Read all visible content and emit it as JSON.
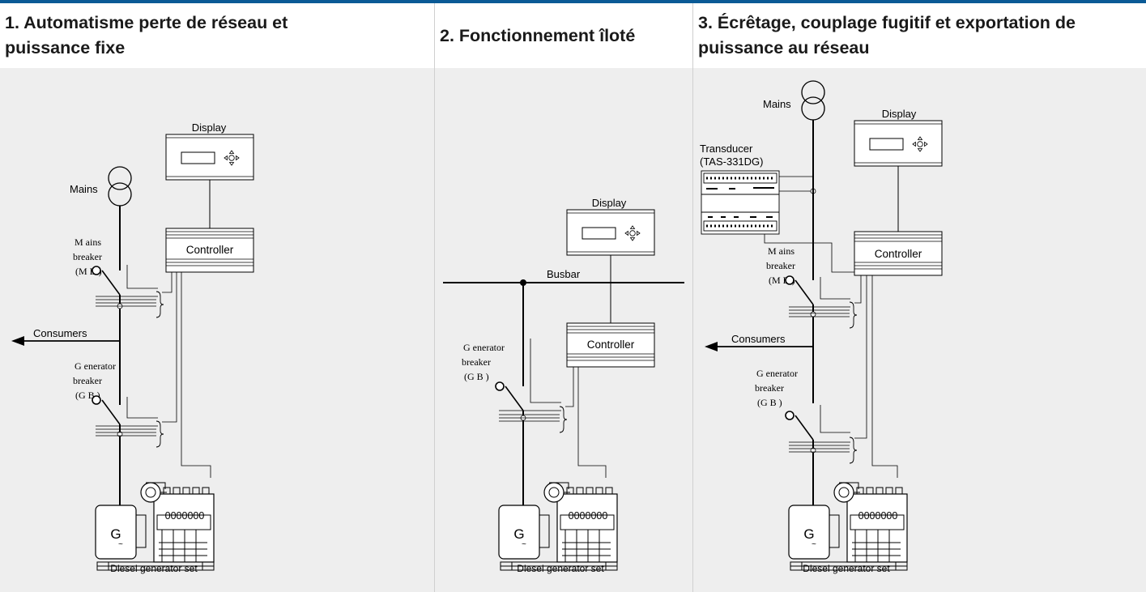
{
  "panels": [
    {
      "title_line1": "1. Automatisme perte de réseau et",
      "title_line2": "puissance fixe",
      "labels": {
        "display": "Display",
        "mains": "Mains",
        "mains_breaker_1": "M ains",
        "mains_breaker_2": "breaker",
        "mains_breaker_3": "(M B )",
        "controller": "Controller",
        "consumers": "Consumers",
        "gen_breaker_1": "G enerator",
        "gen_breaker_2": "breaker",
        "gen_breaker_3": "(G B )",
        "generator": "G",
        "engine_display": "0000000",
        "caption": "Diesel generator set"
      }
    },
    {
      "title_line1": "2. Fonctionnement îloté",
      "labels": {
        "display": "Display",
        "busbar": "Busbar",
        "controller": "Controller",
        "gen_breaker_1": "G enerator",
        "gen_breaker_2": "breaker",
        "gen_breaker_3": "(G B )",
        "generator": "G",
        "engine_display": "0000000",
        "caption": "Diesel generator set"
      }
    },
    {
      "title_line1": "3. Écrêtage, couplage fugitif et exportation de",
      "title_line2": "puissance au réseau",
      "labels": {
        "mains": "Mains",
        "display": "Display",
        "transducer_1": "Transducer",
        "transducer_2": "(TAS-331DG)",
        "controller": "Controller",
        "mains_breaker_1": "M ains",
        "mains_breaker_2": "breaker",
        "mains_breaker_3": "(M B )",
        "consumers": "Consumers",
        "gen_breaker_1": "G enerator",
        "gen_breaker_2": "breaker",
        "gen_breaker_3": "(G B )",
        "generator": "G",
        "engine_display": "0000000",
        "caption": "Diesel generator set"
      }
    }
  ]
}
